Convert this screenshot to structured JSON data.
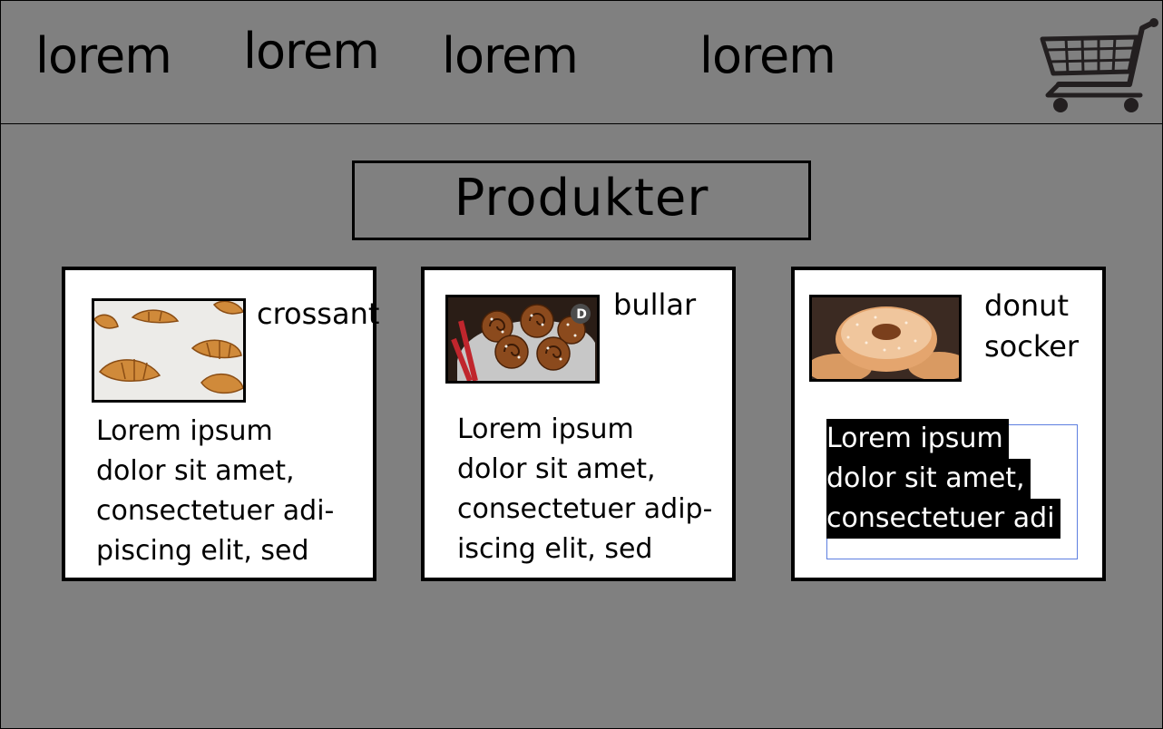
{
  "nav": {
    "items": [
      {
        "label": "lorem"
      },
      {
        "label": "lorem"
      },
      {
        "label": "lorem"
      },
      {
        "label": "lorem"
      }
    ]
  },
  "cart": {
    "icon": "shopping-cart-icon"
  },
  "main": {
    "title": "Produkter"
  },
  "products": [
    {
      "name": "crossant",
      "image": "croissant-photo",
      "desc_lines": [
        "Lorem ipsum",
        "dolor sit amet,",
        "consectetuer adi-",
        "piscing elit, sed"
      ]
    },
    {
      "name": "bullar",
      "image": "cinnamon-buns-photo",
      "badge": "D",
      "desc_lines": [
        "Lorem ipsum",
        "dolor sit amet,",
        "consectetuer adip-",
        "iscing elit, sed"
      ]
    },
    {
      "name_lines": [
        "donut",
        "socker"
      ],
      "image": "sugar-donut-photo",
      "desc_lines": [
        "Lorem ipsum",
        "dolor sit amet,",
        "consectetuer adi"
      ]
    }
  ],
  "colors": {
    "background": "#808080",
    "card": "#ffffff",
    "border": "#000000",
    "selection": "#5d7fe0"
  }
}
